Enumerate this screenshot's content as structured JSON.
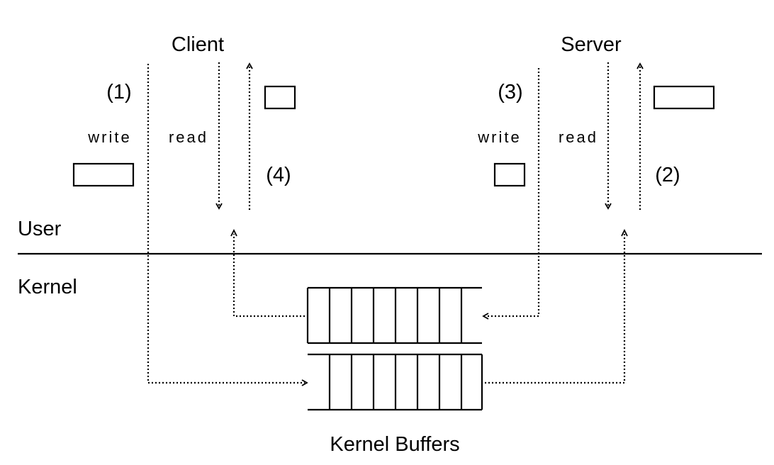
{
  "client_label": "Client",
  "server_label": "Server",
  "user_label": "User",
  "kernel_label": "Kernel",
  "kernel_buffers_label": "Kernel Buffers",
  "client": {
    "step_write": "(1)",
    "write_label": "write",
    "read_label": "read",
    "step_read": "(4)"
  },
  "server": {
    "step_write": "(3)",
    "write_label": "write",
    "read_label": "read",
    "step_read": "(2)"
  }
}
